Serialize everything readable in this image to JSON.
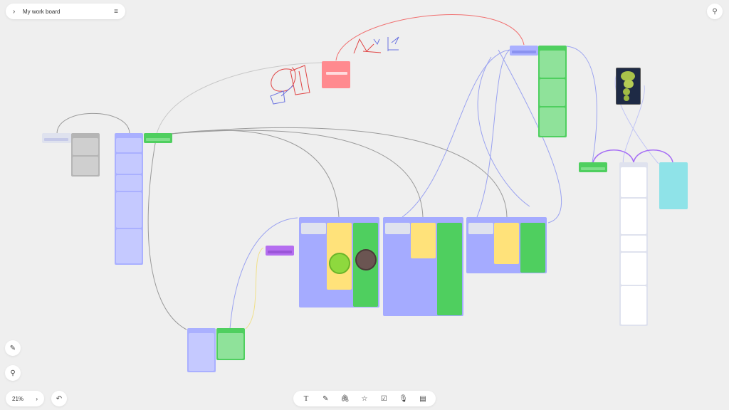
{
  "header": {
    "expand_icon": "chevron-right",
    "title": "My work board",
    "menu_icon": "hamburger"
  },
  "top_right": {
    "pin_icon": "location-pin"
  },
  "left_tools": [
    {
      "name": "pen",
      "icon": "✎"
    },
    {
      "name": "highlighter",
      "icon": "⚲"
    }
  ],
  "zoom": {
    "level": "21%",
    "next_icon": "›"
  },
  "undo": {
    "icon": "↶"
  },
  "toolbar": {
    "items": [
      {
        "name": "text",
        "icon": "T"
      },
      {
        "name": "draw",
        "icon": "✎"
      },
      {
        "name": "attach",
        "icon": "🖇"
      },
      {
        "name": "sticker",
        "icon": "☆"
      },
      {
        "name": "checklist",
        "icon": "☑"
      },
      {
        "name": "voice",
        "icon": "🎙"
      },
      {
        "name": "document",
        "icon": "▤"
      }
    ]
  },
  "colors": {
    "background": "#efefef",
    "blue_node": "#aab0ff",
    "blue_card": "#c5c9ff",
    "green_node": "#4fcf5f",
    "green_card": "#8fe29a",
    "yellow_card": "#ffe27a",
    "red_node": "#ff8a8f",
    "purple_node": "#b56ef0",
    "cyan_node": "#8fe3e8",
    "gray_node": "#b5b5b5",
    "white_node": "#dfe2ee",
    "link_gray": "#9a9a9a",
    "link_blue": "#9aa2f0",
    "link_red": "#f07070",
    "link_purple": "#a66ef5"
  }
}
